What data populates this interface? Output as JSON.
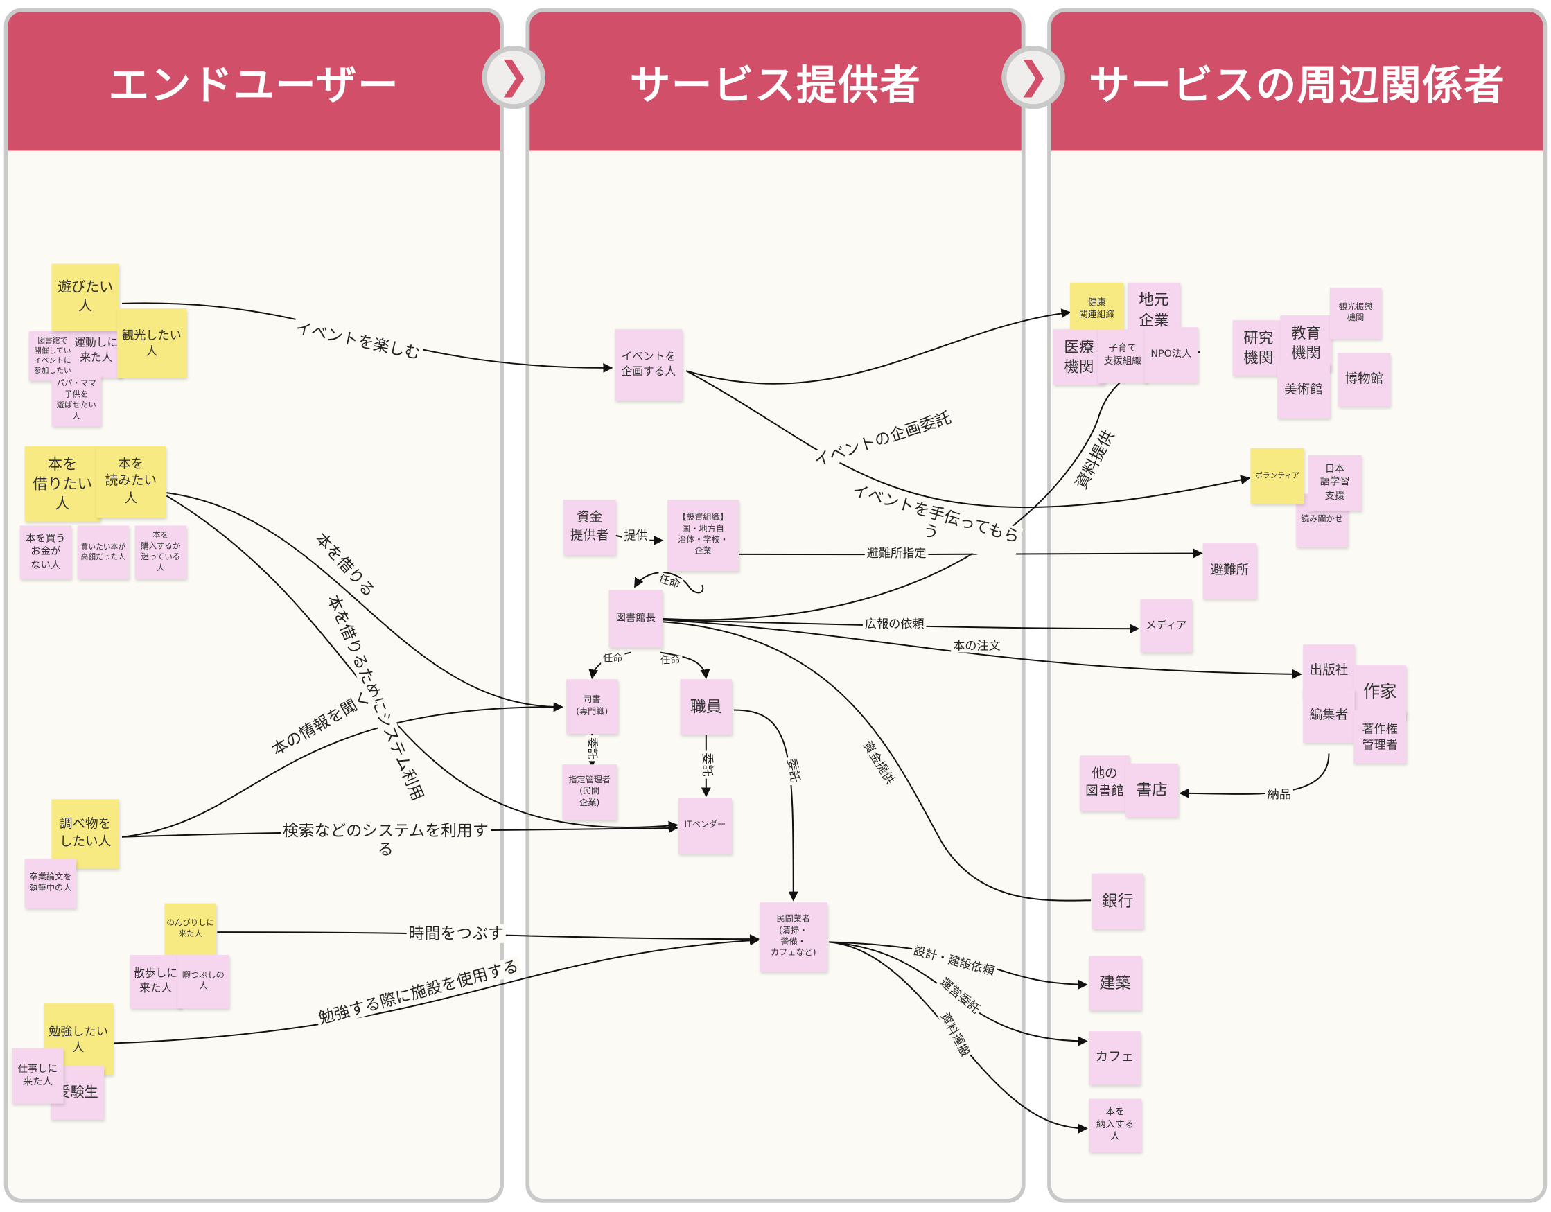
{
  "panels": {
    "end_user": "エンドユーザー",
    "provider": "サービス提供者",
    "stakeholders": "サービスの周辺関係者"
  },
  "colors": {
    "header": "#d14f69",
    "panel_bg": "#fcfaf4",
    "pink_note": "#f5d6ee",
    "yellow_note": "#f8ea82"
  },
  "icons": {
    "chevron": "chevron-right-icon"
  },
  "notes": {
    "library_event_participant": "図書館で\n開催してい\nイベントに\n参加したい",
    "exercise_visitor": "運動しに\n来た人",
    "want_to_play": "遊びたい\n人",
    "sightseeing": "観光したい\n人",
    "parents": "パパ・ママ\n子供を\n遊ばせたい\n人",
    "want_to_borrow": "本を\n借りたい\n人",
    "want_to_read": "本を\n読みたい\n人",
    "no_money": "本を買う\nお金が\nない人",
    "expensive_book": "買いたい本が\n高額だった人",
    "undecided_buyer": "本を\n購入するか\n迷っている\n人",
    "researcher_user": "調べ物を\nしたい人",
    "thesis_writer": "卒業論文を\n執筆中の人",
    "relaxing_visitor": "のんびりしに\n来た人",
    "walking_visitor": "散歩しに\n来た人",
    "killing_time": "暇つぶしの\n人",
    "want_to_study": "勉強したい\n人",
    "exam_student": "受験生",
    "work_visitor": "仕事しに\n来た人",
    "event_planner": "イベントを\n企画する人",
    "funds": "資金\n提供者",
    "establishing_org": "【設置組織】\n国・地方自\n治体・学校・\n企業",
    "director": "図書館長",
    "librarian": "司書\n(専門職)",
    "staff": "職員",
    "designated_manager": "指定管理者\n(民間\n企業)",
    "it_vendor": "ITベンダー",
    "private_contractor": "民間業者\n(清掃・\n警備・\nカフェなど)",
    "health_org": "健康\n関連組織",
    "local_company": "地元\n企業",
    "medical": "医療\n機関",
    "childcare_support": "子育て\n支援組織",
    "npo": "NPO法人",
    "research_inst": "研究\n機関",
    "education_inst": "教育\n機関",
    "tourism": "観光振興\n機関",
    "art_museum": "美術館",
    "museum": "博物館",
    "volunteer": "ボランティア",
    "japanese_support": "日本\n語学習\n支援",
    "storytelling": "読み聞かせ",
    "shelter": "避難所",
    "media": "メディア",
    "publisher": "出版社",
    "author": "作家",
    "editor": "編集者",
    "copyright_manager": "著作権\n管理者",
    "other_library": "他の\n図書館",
    "bookstore": "書店",
    "bank": "銀行",
    "construction": "建築",
    "cafe": "カフェ",
    "book_deliverer": "本を\n納入する\n人"
  },
  "links": {
    "enjoy_event": "イベントを楽しむ",
    "borrow_book": "本を借りる",
    "use_system_to_borrow": "本を借りるためにシステム利用",
    "ask_book_info": "本の情報を聞く",
    "use_search_system": "検索などのシステムを利用す\nる",
    "kill_time": "時間をつぶす",
    "use_for_study": "勉強する際に施設を使用する",
    "event_commission": "イベントの企画委託",
    "event_help": "イベントを手伝ってもら\nう",
    "provide_materials": "資料提供",
    "provide": "提供",
    "shelter_designation": "避難所指定",
    "appoint_director": "任命",
    "pr_request": "広報の依頼",
    "book_order": "本の注文",
    "appoint_librarian": "任命",
    "appoint_staff": "任命",
    "delegate_manager": "委託",
    "delegate_it": "委託",
    "delegate_contractor": "委託",
    "funding": "資金提供",
    "delivery": "納品",
    "design_construction": "設計・建設依頼",
    "operation_contract": "運営委託",
    "material_transport": "資料運搬"
  }
}
